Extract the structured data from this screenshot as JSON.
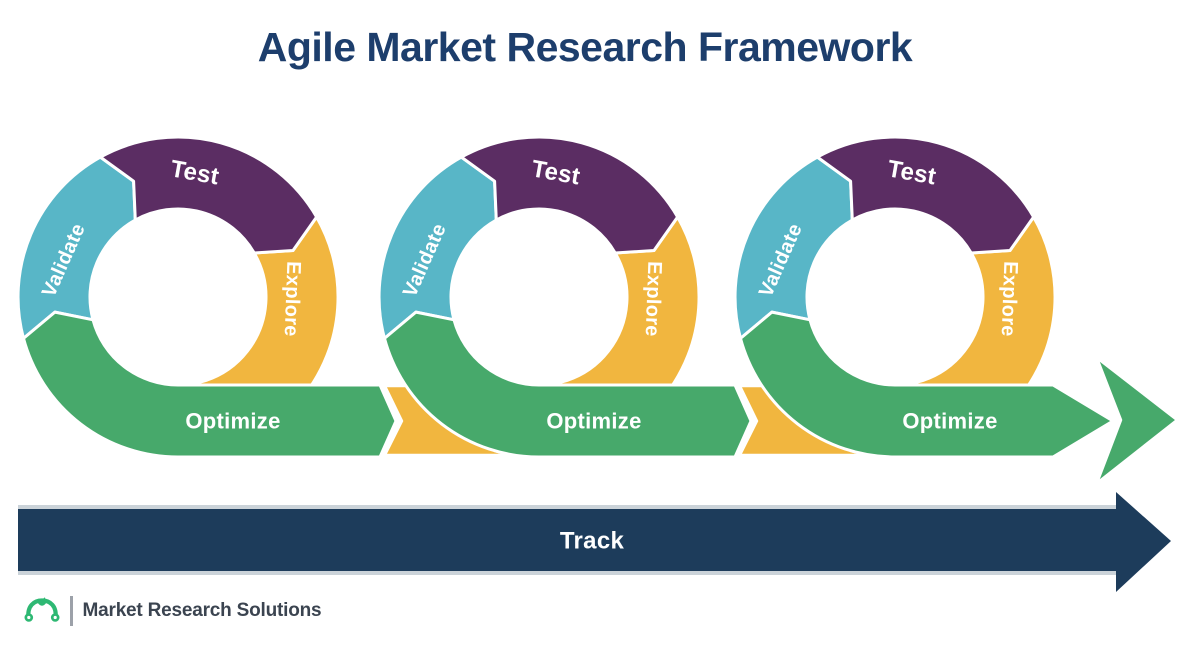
{
  "title": "Agile Market Research Framework",
  "diagram": {
    "loops": [
      {
        "validate": "Validate",
        "test": "Test",
        "explore": "Explore",
        "optimize": "Optimize"
      },
      {
        "validate": "Validate",
        "test": "Test",
        "explore": "Explore",
        "optimize": "Optimize"
      },
      {
        "validate": "Validate",
        "test": "Test",
        "explore": "Explore",
        "optimize": "Optimize"
      }
    ],
    "flow_sequence": [
      "Explore",
      "Test",
      "Validate",
      "Optimize",
      "Track"
    ],
    "track_label": "Track",
    "colors": {
      "validate_teal": "#58B6C7",
      "test_purple": "#5B2D63",
      "explore_yellow": "#F1B63F",
      "optimize_green": "#47A96B",
      "track_navy": "#1D3C5B",
      "track_edge_gray": "#CBD3D9",
      "title_navy": "#1D3E6C",
      "brand_green": "#2EB873",
      "brand_text": "#3B4450"
    }
  },
  "footer": {
    "brand": "Market Research Solutions",
    "logo_icon": "surveymonkey-goldie-icon"
  }
}
